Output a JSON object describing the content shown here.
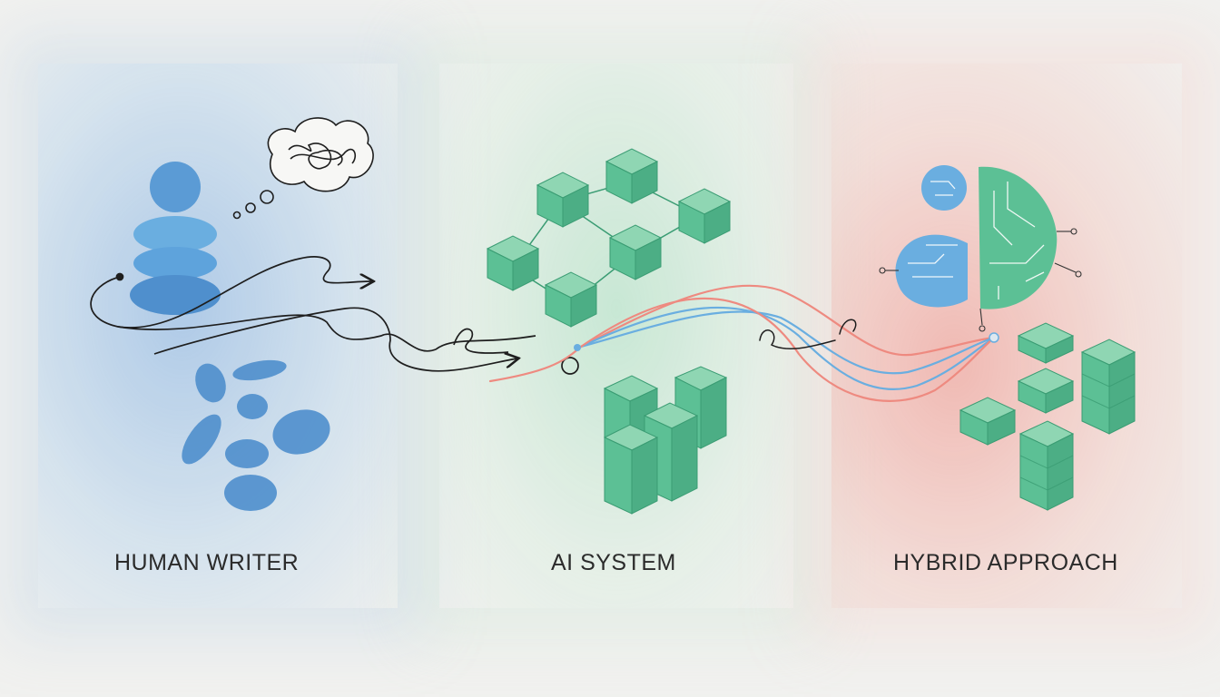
{
  "panels": {
    "human": {
      "label": "HUMAN WRITER"
    },
    "ai": {
      "label": "AI SYSTEM"
    },
    "hybrid": {
      "label": "HYBRID APPROACH"
    }
  },
  "colors": {
    "human_blue": "#5b9bd5",
    "ai_green": "#5cc095",
    "hybrid_red": "#ee8a80",
    "ink": "#1e1e1e"
  },
  "icons": [
    "person-icon",
    "thought-bubble-icon",
    "brush-strokes-icon",
    "network-cubes-icon",
    "server-blocks-icon",
    "split-brain-icon",
    "stacked-blocks-icon"
  ]
}
